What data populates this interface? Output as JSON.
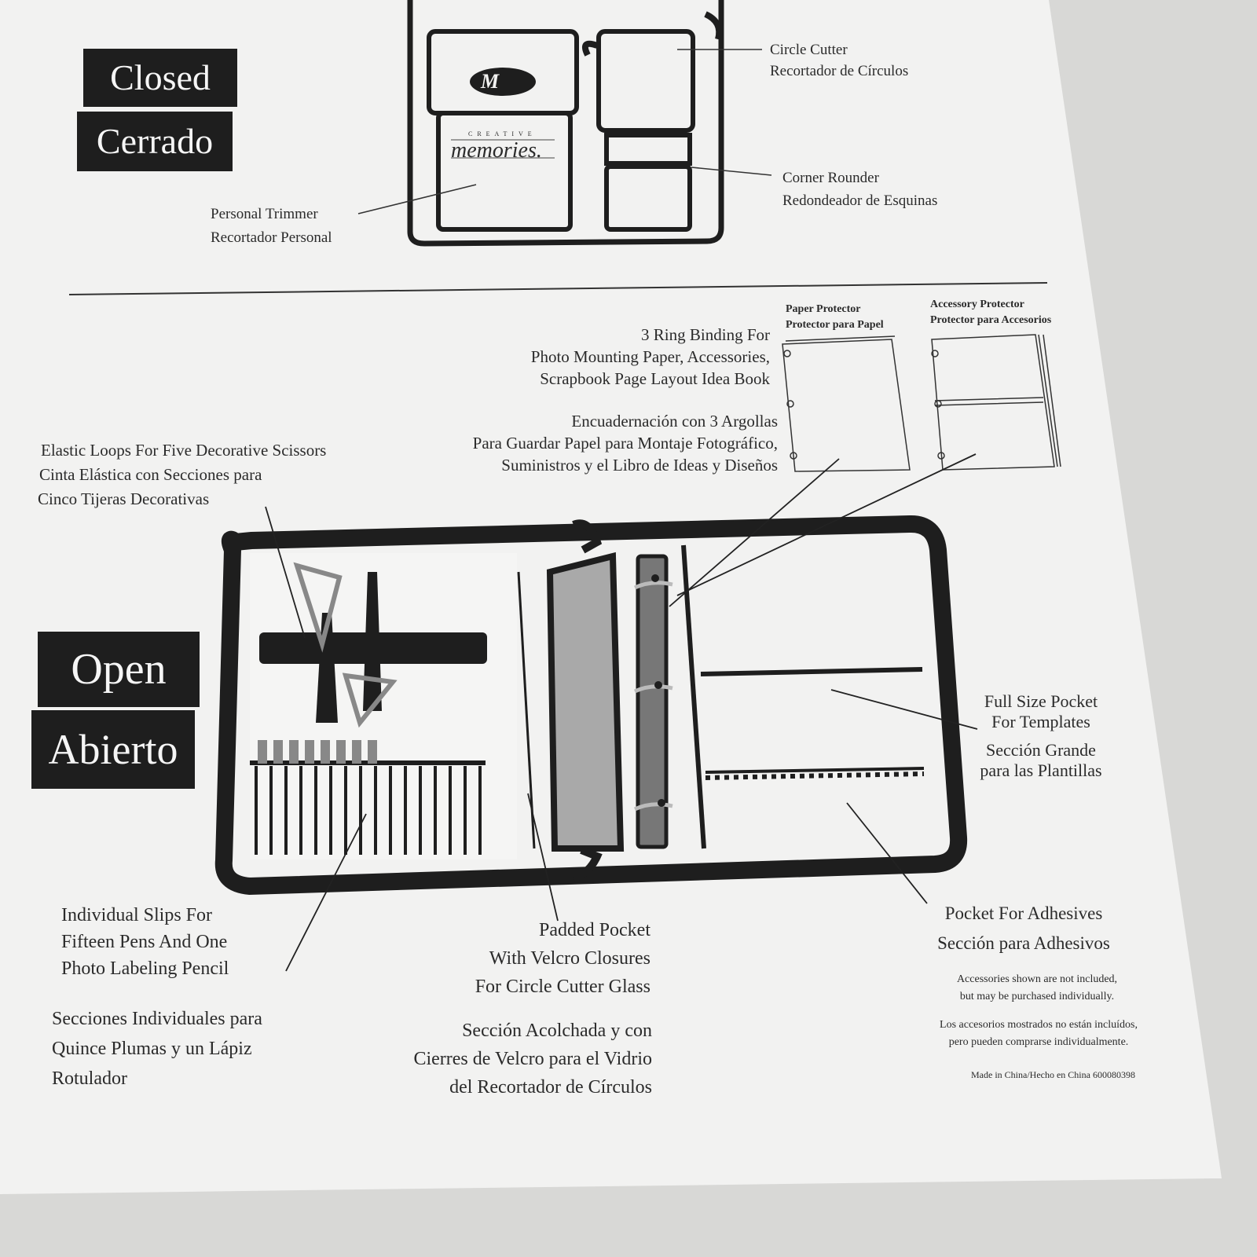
{
  "closed_section": {
    "badge_line1": "Closed",
    "badge_line2": "Cerrado",
    "brand_logo_letter": "M",
    "brand_small": "CREATIVE",
    "brand_name": "memories.",
    "circle_cutter": [
      "Circle Cutter",
      "Recortador de Círculos"
    ],
    "corner_rounder": [
      "Corner Rounder",
      "Redondeador de Esquinas"
    ],
    "personal_trimmer": [
      "Personal Trimmer",
      "Recortador Personal"
    ]
  },
  "open_section": {
    "badge_line1": "Open",
    "badge_line2": "Abierto",
    "ring_binding_en": [
      "3 Ring Binding For",
      "Photo Mounting Paper, Accessories,",
      "Scrapbook Page Layout Idea Book"
    ],
    "ring_binding_es": [
      "Encuadernación con 3 Argollas",
      "Para Guardar Papel para Montaje Fotográfico,",
      "Suministros y el Libro de Ideas y Diseños"
    ],
    "paper_protector": [
      "Paper Protector",
      "Protector para Papel"
    ],
    "accessory_protector": [
      "Accessory Protector",
      "Protector para Accesorios"
    ],
    "elastic_loops": [
      "Elastic Loops For Five Decorative Scissors",
      "Cinta Elástica con Secciones para",
      "Cinco Tijeras Decorativas"
    ],
    "full_size_pocket": [
      "Full Size Pocket",
      "For Templates",
      "Sección Grande",
      "para las Plantillas"
    ],
    "pocket_adhesives": [
      "Pocket For Adhesives",
      "Sección para Adhesivos"
    ],
    "individual_slips_en": [
      "Individual Slips For",
      "Fifteen Pens And One",
      "Photo Labeling Pencil"
    ],
    "individual_slips_es": [
      "Secciones Individuales para",
      "Quince Plumas y un Lápiz",
      "Rotulador"
    ],
    "padded_pocket_en": [
      "Padded Pocket",
      "With Velcro Closures",
      "For Circle Cutter Glass"
    ],
    "padded_pocket_es": [
      "Sección Acolchada y con",
      "Cierres de Velcro para el Vidrio",
      "del Recortador de Círculos"
    ],
    "accessories_note_en": [
      "Accessories shown are not included,",
      "but may be purchased individually."
    ],
    "accessories_note_es": [
      "Los accesorios mostrados no están incluídos,",
      "pero pueden comprarse individualmente."
    ],
    "made_in": "Made in China/Hecho en China 600080398"
  },
  "colors": {
    "ink": "#1e1e1e",
    "paper": "#f3f3f2",
    "gray_fill": "#a9a9a9"
  }
}
